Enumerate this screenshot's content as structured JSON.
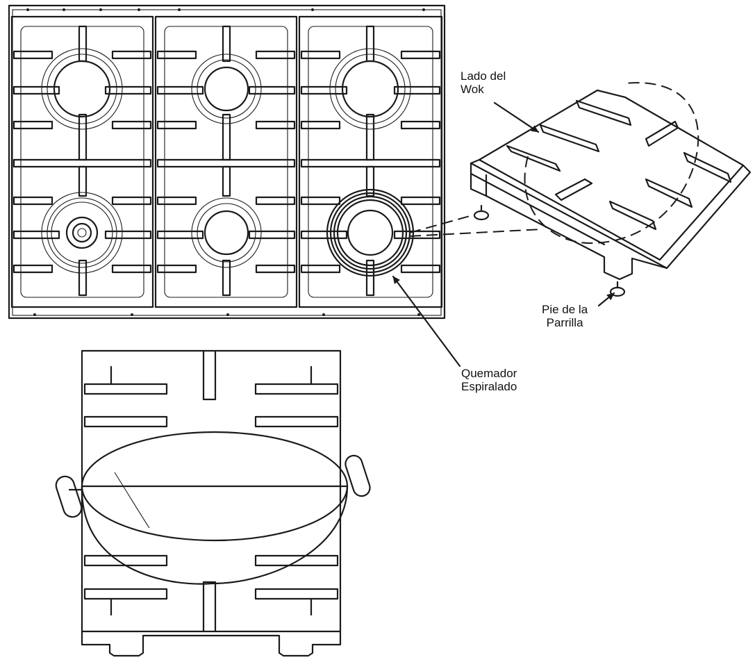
{
  "labels": {
    "wok_side_line1": "Lado del",
    "wok_side_line2": "Wok",
    "grate_foot_line1": "Pie de la",
    "grate_foot_line2": "Parrilla",
    "spiral_burner_line1": "Quemador",
    "spiral_burner_line2": "Espiralado"
  },
  "colors": {
    "line": "#1a1a1a",
    "background": "#ffffff"
  }
}
